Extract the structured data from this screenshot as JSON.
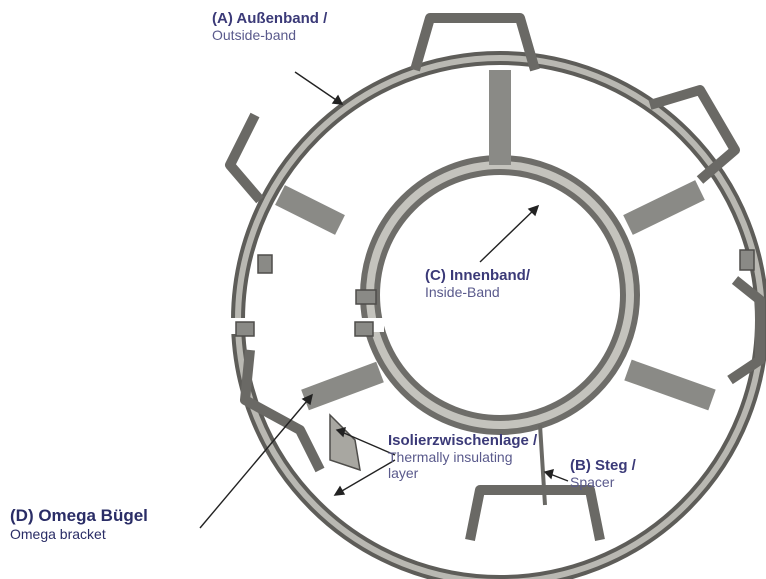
{
  "image": {
    "subject": "Metal spacer ring assembly with outer band, inner band, spacers and omega brackets",
    "colors": {
      "metal": "#8a8a86",
      "metal_light": "#c9c8c2",
      "metal_dark": "#4e4d4a",
      "label_text": "#3b3a78",
      "arrow": "#222222"
    }
  },
  "labels": {
    "a": {
      "de": "(A) Außenband /",
      "en": "Outside-band"
    },
    "c": {
      "de": "(C) Innenband/",
      "en": "Inside-Band"
    },
    "iso": {
      "de": "Isolierzwischenlage /",
      "en_line1": "Thermally insulating",
      "en_line2": "layer"
    },
    "b": {
      "de": "(B) Steg /",
      "en": "Spacer"
    },
    "d": {
      "de": "(D) Omega Bügel",
      "en": "Omega bracket"
    }
  }
}
